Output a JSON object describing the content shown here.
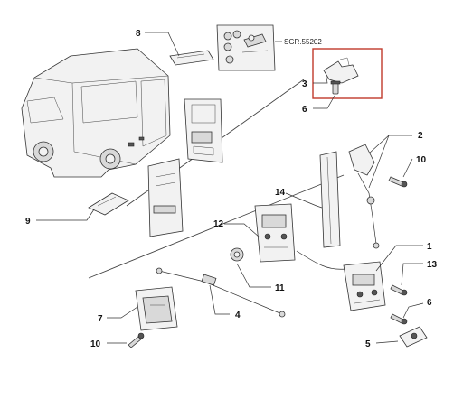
{
  "diagram": {
    "reference_code": "SGR.55202",
    "callouts": [
      "1",
      "2",
      "3",
      "4",
      "5",
      "6",
      "6",
      "7",
      "8",
      "9",
      "10",
      "10",
      "11",
      "12",
      "13",
      "14"
    ],
    "highlight_color": "#c0392b",
    "line_color": "#333333"
  }
}
